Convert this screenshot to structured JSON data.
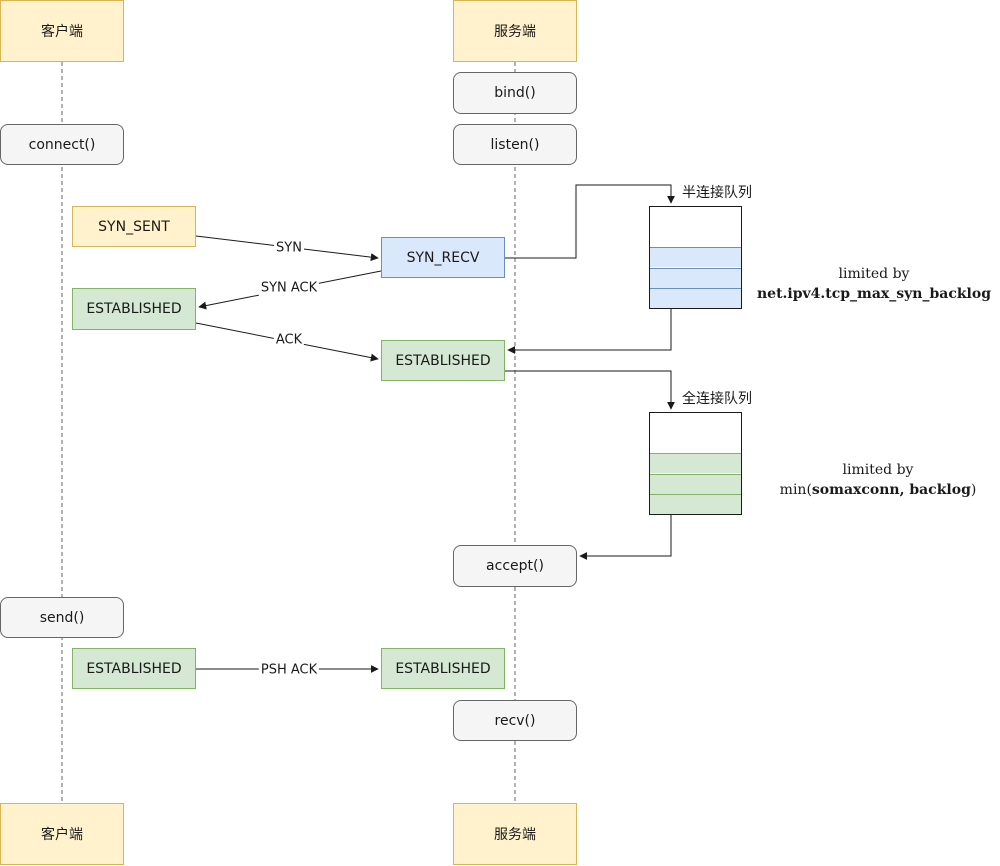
{
  "actors": {
    "client": "客户端",
    "server": "服务端"
  },
  "calls": {
    "bind": "bind()",
    "listen": "listen()",
    "connect": "connect()",
    "accept": "accept()",
    "send": "send()",
    "recv": "recv()"
  },
  "states": {
    "client_syn_sent": "SYN_SENT",
    "server_syn_recv": "SYN_RECV",
    "client_established_1": "ESTABLISHED",
    "server_established_1": "ESTABLISHED",
    "client_established_2": "ESTABLISHED",
    "server_established_2": "ESTABLISHED"
  },
  "messages": {
    "syn": "SYN",
    "syn_ack": "SYN ACK",
    "ack": "ACK",
    "psh_ack": "PSH ACK"
  },
  "queues": {
    "half": {
      "title": "半连接队列",
      "note_line1": "limited by",
      "note_param": "net.ipv4.tcp_max_syn_backlog"
    },
    "full": {
      "title": "全连接队列",
      "note_line1": "limited by",
      "note_prefix": "min(",
      "note_param": "somaxconn, backlog",
      "note_suffix": ")"
    }
  },
  "colors": {
    "actor_fill": "#fff2cc",
    "actor_stroke": "#d6b656",
    "call_fill": "#f5f5f5",
    "call_stroke": "#666666",
    "blue_fill": "#dae8fc",
    "blue_stroke": "#6c8ebf",
    "green_fill": "#d5e8d4",
    "green_stroke": "#82b366"
  }
}
